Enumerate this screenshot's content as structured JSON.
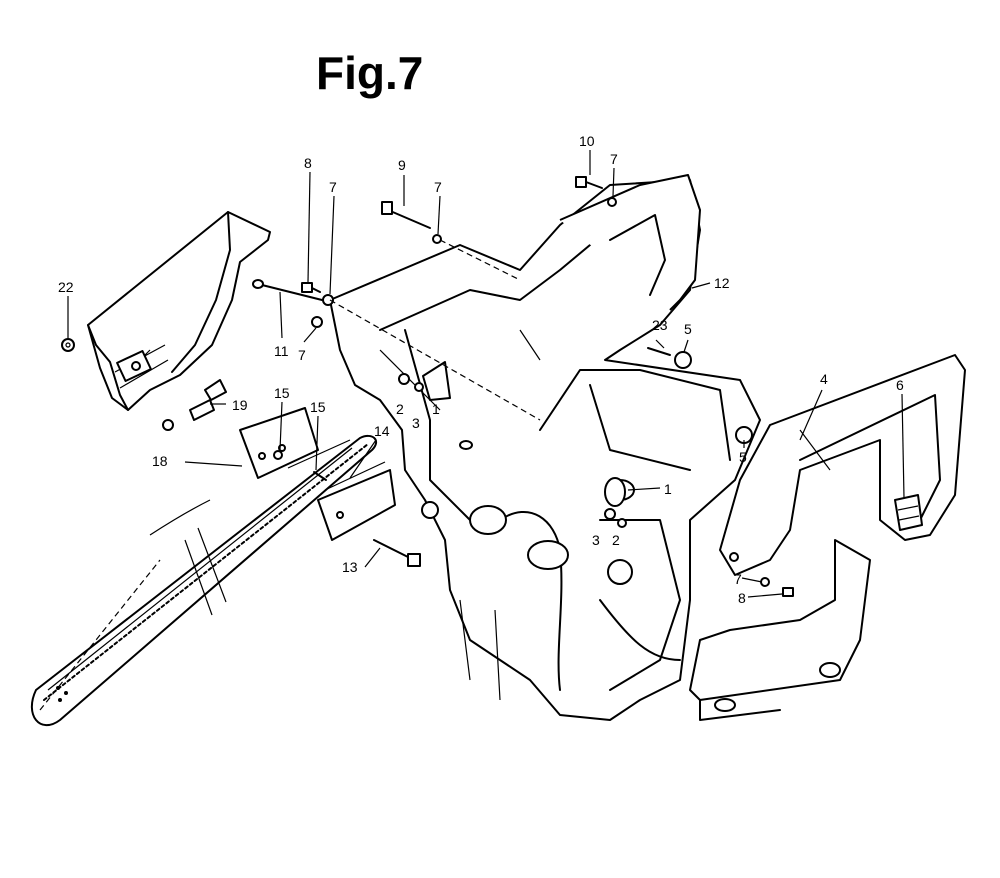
{
  "figure": {
    "title": "Fig.7"
  },
  "callouts": [
    "1",
    "1",
    "2",
    "2",
    "3",
    "3",
    "4",
    "5",
    "5",
    "6",
    "7",
    "7",
    "7",
    "7",
    "7",
    "8",
    "8",
    "9",
    "10",
    "11",
    "12",
    "13",
    "14",
    "15",
    "15",
    "18",
    "19",
    "22",
    "23"
  ]
}
